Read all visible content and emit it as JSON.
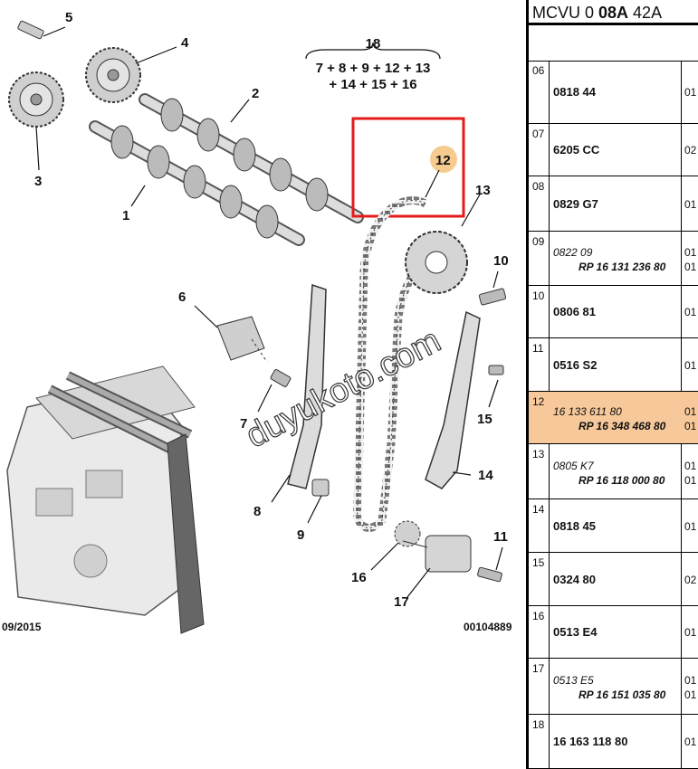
{
  "diagram": {
    "callouts": [
      "1",
      "2",
      "3",
      "4",
      "5",
      "6",
      "7",
      "8",
      "9",
      "10",
      "11",
      "12",
      "13",
      "14",
      "15",
      "16",
      "17",
      "18"
    ],
    "kit_number": "18",
    "kit_formula_line1": "7 + 8 + 9 + 12 + 13",
    "kit_formula_line2": "+ 14 + 15 + 16",
    "date_code": "09/2015",
    "drawing_number": "00104889",
    "watermark": "duyukoto.com",
    "highlight_color": "#e31b1b",
    "callout_bubble_color": "#f3c27a"
  },
  "panel": {
    "header_prefix": "MCVU 0 ",
    "header_bold": "08A",
    "header_suffix": " 42A",
    "highlight_color": "#f6c89a",
    "rows": [
      {
        "idx": "06",
        "main": "0818 44",
        "qty": "01"
      },
      {
        "idx": "07",
        "main": "6205 CC",
        "qty": "02"
      },
      {
        "idx": "08",
        "main": "0829 G7",
        "qty": "01"
      },
      {
        "idx": "09",
        "alt": "0822 09",
        "alt_qty": "01",
        "sub": "RP 16 131 236 80",
        "sub_qty": "01"
      },
      {
        "idx": "10",
        "main": "0806 81",
        "qty": "01"
      },
      {
        "idx": "11",
        "main": "0516 S2",
        "qty": "01"
      },
      {
        "idx": "12",
        "alt": "16 133 611 80",
        "alt_qty": "01",
        "sub": "RP 16 348 468 80",
        "sub_qty": "01"
      },
      {
        "idx": "13",
        "alt": "0805 K7",
        "alt_qty": "01",
        "sub": "RP 16 118 000 80",
        "sub_qty": "01"
      },
      {
        "idx": "14",
        "main": "0818 45",
        "qty": "01"
      },
      {
        "idx": "15",
        "main": "0324 80",
        "qty": "02"
      },
      {
        "idx": "16",
        "main": "0513 E4",
        "qty": "01"
      },
      {
        "idx": "17",
        "alt": "0513 E5",
        "alt_qty": "01",
        "sub": "RP 16 151 035 80",
        "sub_qty": "01"
      },
      {
        "idx": "18",
        "main": "16 163 118 80",
        "qty": "01"
      }
    ]
  }
}
